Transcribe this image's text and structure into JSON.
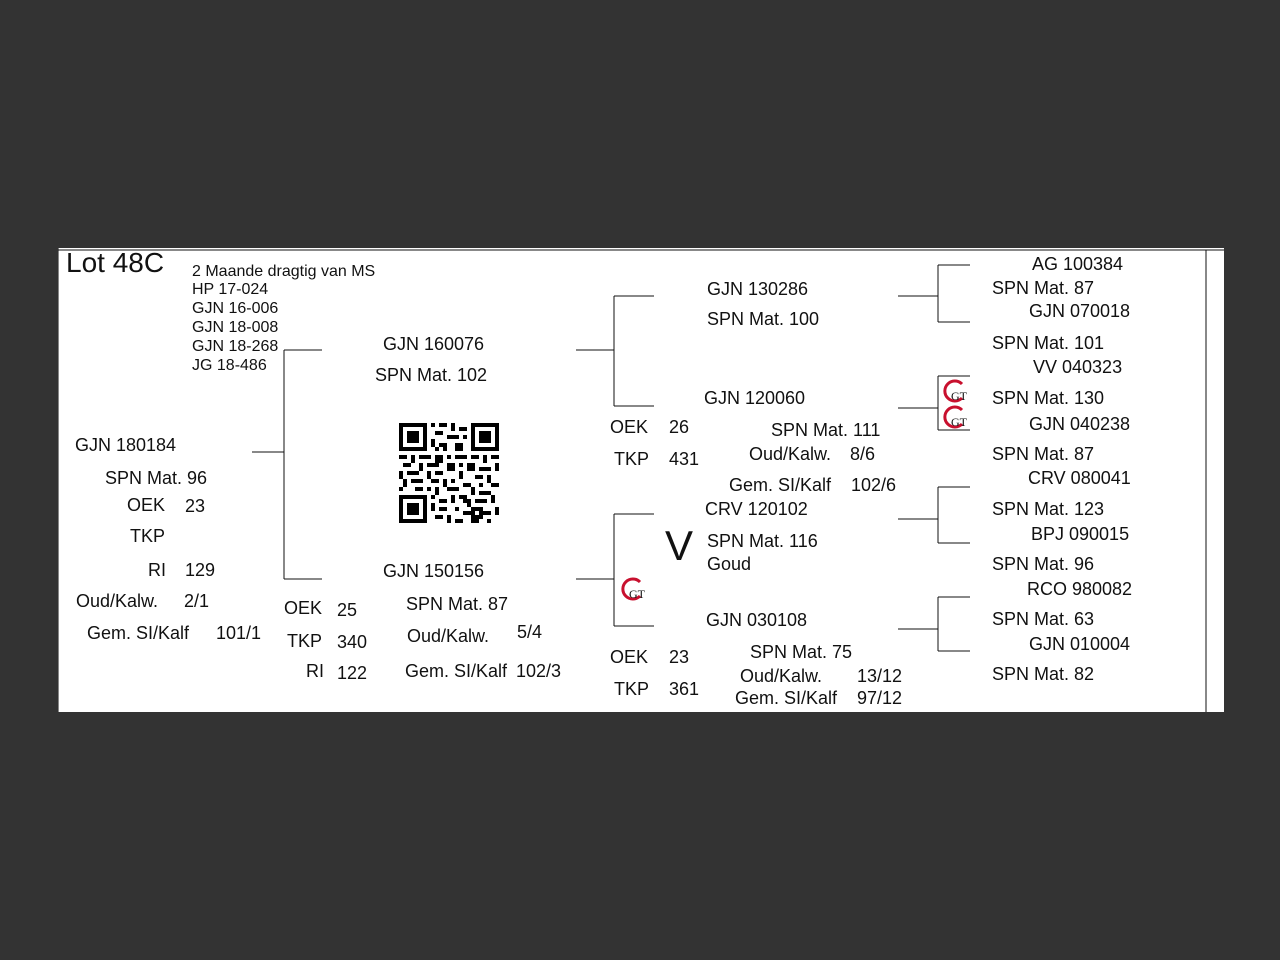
{
  "lot": {
    "title": "Lot 48C"
  },
  "notes": [
    "2 Maande dragtig van MS",
    "HP 17-024",
    "GJN 16-006",
    "GJN 18-008",
    "GJN 18-268",
    "JG 18-486"
  ],
  "animal": {
    "id": "GJN 180184",
    "spn": "SPN Mat. 96",
    "oek_label": "OEK",
    "oek_value": "23",
    "tkp_label": "TKP",
    "ri_label": "RI",
    "ri_value": "129",
    "oud_label": "Oud/Kalw.",
    "oud_value": "2/1",
    "gem_label": "Gem. SI/Kalf",
    "gem_value": "101/1"
  },
  "sire": {
    "id": "GJN 160076",
    "spn": "SPN Mat. 102"
  },
  "dam": {
    "id": "GJN 150156",
    "spn": "SPN Mat. 87",
    "oek_label": "OEK",
    "oek_value": "25",
    "tkp_label": "TKP",
    "tkp_value": "340",
    "ri_label": "RI",
    "ri_value": "122",
    "oud_label": "Oud/Kalw.",
    "oud_value": "5/4",
    "gem_label": "Gem. SI/Kalf",
    "gem_value": "102/3"
  },
  "ss": {
    "id": "GJN 130286",
    "spn": "SPN Mat. 100"
  },
  "sd": {
    "id": "GJN 120060",
    "oek_label": "OEK",
    "oek_value": "26",
    "tkp_label": "TKP",
    "tkp_value": "431",
    "spn": "SPN Mat. 111",
    "oud_label": "Oud/Kalw.",
    "oud_value": "8/6",
    "gem_label": "Gem. SI/Kalf",
    "gem_value": "102/6"
  },
  "ds": {
    "id": "CRV 120102",
    "mark": "V",
    "spn": "SPN Mat. 116",
    "grade": "Goud"
  },
  "dd": {
    "id": "GJN 030108",
    "spn": "SPN Mat. 75",
    "oek_label": "OEK",
    "oek_value": "23",
    "tkp_label": "TKP",
    "tkp_value": "361",
    "oud_label": "Oud/Kalw.",
    "oud_value": "13/12",
    "gem_label": "Gem. SI/Kalf",
    "gem_value": "97/12"
  },
  "gg": [
    {
      "id": "AG  100384",
      "spn": "SPN Mat. 87"
    },
    {
      "id": "GJN 070018",
      "spn": "SPN Mat. 101"
    },
    {
      "id": "VV  040323",
      "spn": "SPN Mat. 130"
    },
    {
      "id": "GJN 040238",
      "spn": "SPN Mat. 87"
    },
    {
      "id": "CRV 080041",
      "spn": "SPN Mat. 123"
    },
    {
      "id": "BPJ 090015",
      "spn": "SPN Mat. 96"
    },
    {
      "id": "RCO 980082",
      "spn": "SPN Mat. 63"
    },
    {
      "id": "GJN 010004",
      "spn": "SPN Mat. 82"
    }
  ],
  "logo_text": "GT",
  "colors": {
    "logo_red": "#c8102e",
    "background": "#333333",
    "sheet": "#ffffff"
  }
}
